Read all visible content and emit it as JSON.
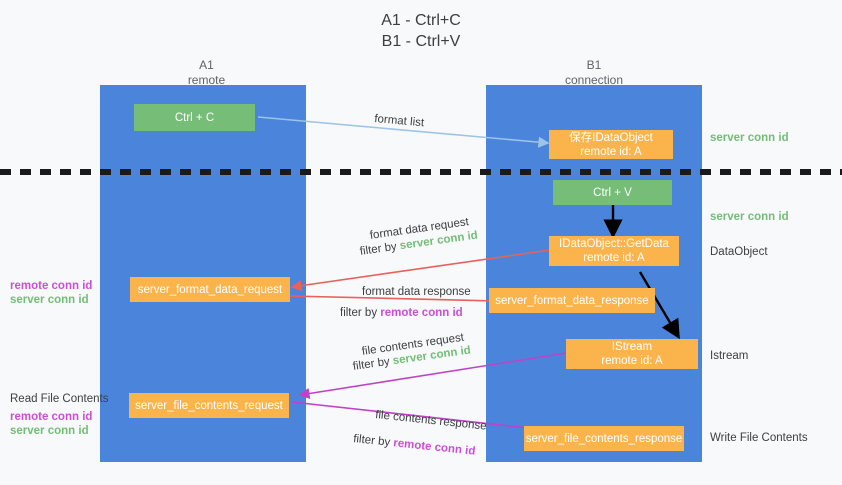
{
  "title": "A1 - Ctrl+C\nB1 - Ctrl+V",
  "columns": [
    {
      "name": "A1",
      "subtitle": "remote",
      "header": "A1\nremote"
    },
    {
      "name": "B1",
      "subtitle": "connection",
      "header": "B1\nconnection"
    }
  ],
  "boxes": {
    "ctrl_c": "Ctrl + C",
    "save_idataobject": "保存IDataObject\nremote id: A",
    "ctrl_v": "Ctrl + V",
    "idataobject_getdata": "IDataObject::GetData\nremote id: A",
    "server_format_data_request": "server_format_data_request",
    "server_format_data_response": "server_format_data_response",
    "istream": "IStream\nremote id: A",
    "server_file_contents_request": "server_file_contents_request",
    "server_file_contents_response": "server_file_contents_response"
  },
  "annotations": {
    "server_conn_id_top": "server conn id",
    "server_conn_id_mid": "server conn id",
    "dataobject": "DataObject",
    "istream": "Istream",
    "write_file_contents": "Write File Contents",
    "read_file_contents": "Read File Contents",
    "remote_conn_id_left_1": "remote conn id",
    "server_conn_id_left_1": "server conn id",
    "remote_conn_id_left_2": "remote conn id",
    "server_conn_id_left_2": "server conn id"
  },
  "flows": {
    "format_list": "format list",
    "format_data_request": "format data request",
    "format_data_request_filter_prefix": "filter by ",
    "format_data_request_filter_value": "server conn id",
    "format_data_response": "format data response",
    "format_data_response_filter_prefix": "filter by ",
    "format_data_response_filter_value": "remote conn id",
    "file_contents_request": "file contents request",
    "file_contents_request_filter_prefix": "filter by ",
    "file_contents_request_filter_value": "server conn id",
    "file_contents_response": "file contents response",
    "file_contents_response_filter_prefix": "filter by ",
    "file_contents_response_filter_value": "remote conn id"
  },
  "colors": {
    "lane": "#4a85db",
    "green_box": "#76bd78",
    "orange_box": "#fbb44c",
    "light_blue_arrow": "#9cc3e8",
    "red_arrow": "#e8615a",
    "magenta_arrow": "#c042c8",
    "black_arrow": "#000000",
    "background": "#f8f9fa",
    "green_text": "#74bd78",
    "magenta_text": "#cb4fd4"
  }
}
